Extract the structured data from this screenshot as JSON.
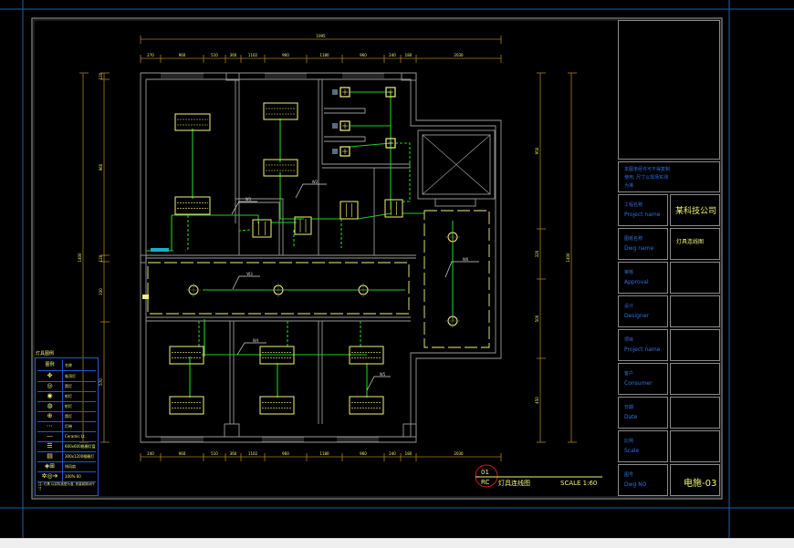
{
  "drawing": {
    "title_cn": "灯具连线图",
    "detail_number": "01",
    "detail_sheet": "RC",
    "scale_label": "SCALE 1:60",
    "colors": {
      "background": "#000000",
      "wall": "#9a9a9a",
      "fixture": "#f2f27a",
      "wire": "#22cc22",
      "dimension": "#a8801a",
      "frame": "#8a8a8a",
      "viewport": "#1f5fa8",
      "legend_border": "#2a52d8",
      "title_block_text": "#2f6fe0",
      "callout": "#d8d8d8",
      "detail_circle": "#d01818"
    },
    "dimensions": {
      "top_overall": "1095",
      "top_segments": [
        "270",
        "960",
        "510",
        "360",
        "1102",
        "960",
        "1180",
        "960",
        "240",
        "180",
        "2030"
      ],
      "bottom_segments": [
        "240",
        "960",
        "510",
        "360",
        "1102",
        "960",
        "1180",
        "960",
        "240",
        "180",
        "2030"
      ],
      "left_overall": "1400",
      "left_segments": [
        "120",
        "960",
        "120",
        "330",
        "570"
      ],
      "right_overall": "1400",
      "right_segments": [
        "950",
        "320",
        "500",
        "450"
      ]
    },
    "callouts": [
      "W1",
      "W2",
      "W3",
      "W4",
      "W5",
      "W6"
    ]
  },
  "legend": {
    "title": "灯具图例",
    "header_symbol": "图例",
    "header_name": "名称",
    "rows": [
      {
        "symbol": "✥",
        "name": "吸顶灯"
      },
      {
        "symbol": "◎",
        "name": "筒灯"
      },
      {
        "symbol": "◉",
        "name": "射灯"
      },
      {
        "symbol": "◍",
        "name": "射灯"
      },
      {
        "symbol": "⊕",
        "name": "筒灯"
      },
      {
        "symbol": "⋯",
        "name": "灯带"
      },
      {
        "symbol": "—",
        "name": "Ceramic Lt."
      },
      {
        "symbol": "☰",
        "name": "600x600格栅灯盘"
      },
      {
        "symbol": "▤",
        "name": "300x1200格栅灯"
      },
      {
        "symbol": "◈⊞",
        "name": "排风扇"
      },
      {
        "symbol": "✲◎➔",
        "name": "100% 60"
      }
    ],
    "note": "注: 灯具 以实际选型为准, 安装前核对尺寸"
  },
  "title_block": {
    "note_cn": "本图未经许可不得复制使用, 尺寸以现场实测为准",
    "rows": [
      {
        "cn": "工程名称",
        "en": "Project name",
        "value": "某科技公司"
      },
      {
        "cn": "图纸名称",
        "en": "Dwg name",
        "value": "灯具连线图"
      },
      {
        "cn": "审核",
        "en": "Approval",
        "value": ""
      },
      {
        "cn": "设计",
        "en": "Designer",
        "value": ""
      },
      {
        "cn": "项目",
        "en": "Project name",
        "value": ""
      },
      {
        "cn": "客户",
        "en": "Consumer",
        "value": ""
      },
      {
        "cn": "日期",
        "en": "Date",
        "value": ""
      },
      {
        "cn": "比例",
        "en": "Scale",
        "value": ""
      },
      {
        "cn": "图号",
        "en": "Dwg NO",
        "value": "电施-03"
      }
    ]
  }
}
